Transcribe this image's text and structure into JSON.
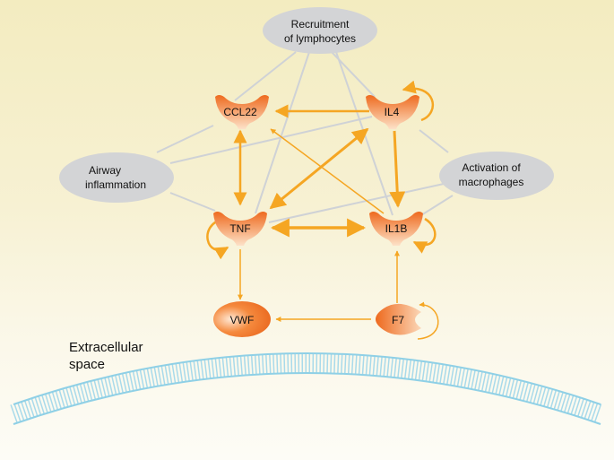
{
  "ovals": {
    "lymphocytes": {
      "line1": "Recruitment",
      "line2": "of lymphocytes"
    },
    "airway": {
      "line1": "Airway",
      "line2": "inflammation"
    },
    "macrophages": {
      "line1": "Activation of",
      "line2": "macrophages"
    }
  },
  "nodes": {
    "ccl22": "CCL22",
    "il4": "IL4",
    "tnf": "TNF",
    "il1b": "IL1B",
    "vwf": "VWF",
    "f7": "F7"
  },
  "region_label": {
    "line1": "Extracellular",
    "line2": "space"
  },
  "colors": {
    "arrow": "#f5a623",
    "node_dark": "#ee6a1e",
    "node_light": "#fde0c6",
    "oval": "#d3d4d6",
    "connector": "#cfd2d6",
    "membrane": "#8fd0e6"
  }
}
